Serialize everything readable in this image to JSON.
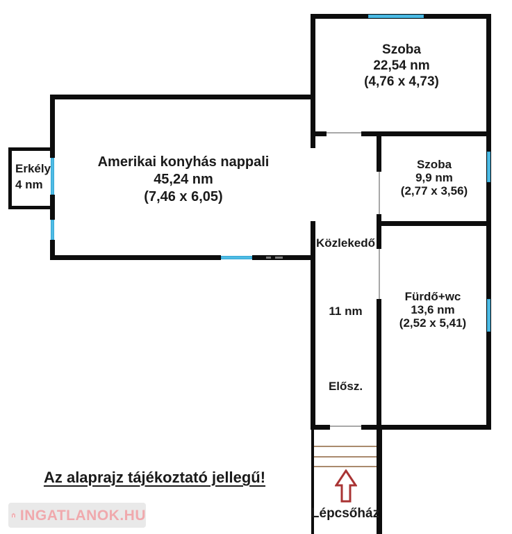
{
  "floorplan": {
    "rooms": {
      "szoba_top": {
        "label": "Szoba",
        "area": "22,54 nm",
        "dims": "(4,76 x 4,73)"
      },
      "nappali": {
        "label": "Amerikai konyhás nappali",
        "area": "45,24 nm",
        "dims": "(7,46 x 6,05)"
      },
      "erkely": {
        "label": "Erkély",
        "area": "4 nm"
      },
      "szoba_small": {
        "label": "Szoba",
        "area": "9,9 nm",
        "dims": "(2,77 x 3,56)"
      },
      "kozlekedo": {
        "label": "Közlekedő",
        "area": "11 nm",
        "hall": "Elősz."
      },
      "furdo": {
        "label": "Fürdő+wc",
        "area": "13,6 nm",
        "dims": "(2,52 x 5,41)"
      },
      "lepcsohaz": {
        "label": "Lépcsőház"
      }
    },
    "disclaimer": "Az alaprajz tájékoztató jellegű!",
    "watermark": {
      "text": "INGATLANOK.HU",
      "icon": "house-icon"
    },
    "legend_colors": {
      "wall": "#0d0d0d",
      "window": "#4fbce4",
      "door_opening": "#a8a8a8",
      "stair_tread": "#a98a6d",
      "direction_arrow": "#a93434",
      "watermark_pink": "#f0a9ad",
      "watermark_bg": "#e9e9e9"
    }
  }
}
